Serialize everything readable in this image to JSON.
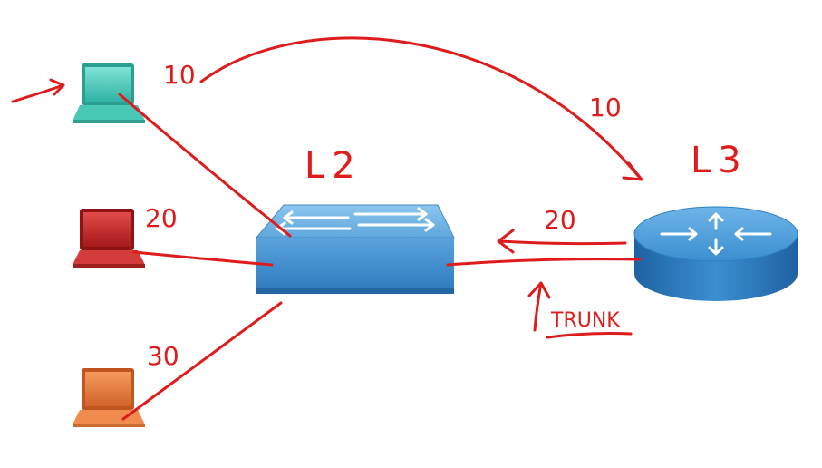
{
  "colors": {
    "ink": "#e01b1b",
    "laptop_teal": "#3cc4b4",
    "laptop_red": "#c42a2a",
    "laptop_orange": "#e97a3a",
    "switch_blue": "#3d8ccd",
    "router_blue": "#2a73b8"
  },
  "labels": {
    "switch": "L2",
    "router": "L3",
    "vlan_teal": "10",
    "vlan_red": "20",
    "vlan_orange": "30",
    "arc_label": "10",
    "trunk_label": "20",
    "trunk": "TRUNK"
  },
  "devices": [
    {
      "name": "laptop-teal",
      "kind": "laptop",
      "icon": "laptop-icon"
    },
    {
      "name": "laptop-red",
      "kind": "laptop",
      "icon": "laptop-icon"
    },
    {
      "name": "laptop-orange",
      "kind": "laptop",
      "icon": "laptop-icon"
    },
    {
      "name": "switch",
      "kind": "layer-2-switch",
      "icon": "switch-icon"
    },
    {
      "name": "router",
      "kind": "layer-3-router",
      "icon": "router-icon"
    }
  ]
}
